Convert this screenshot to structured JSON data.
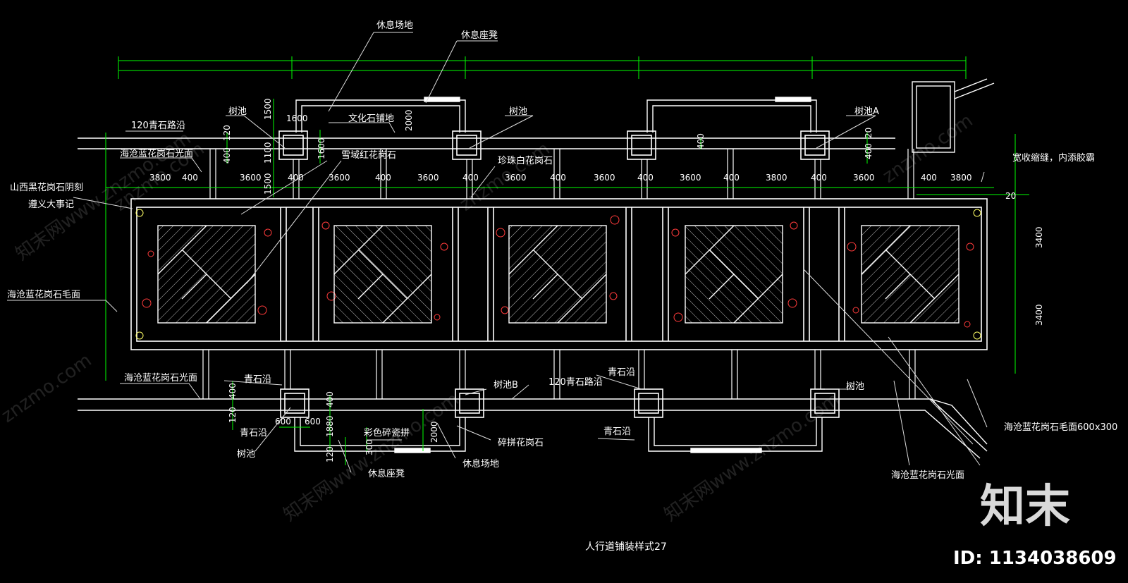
{
  "drawing": {
    "title": "人行道铺装样式27",
    "labels": {
      "rest_area_top": "休息场地",
      "rest_bench_top": "休息座凳",
      "tree_pit_1": "树池",
      "tree_pit_2": "树池",
      "tree_pit_a": "树池A",
      "stone_curb_120": "120青石路沿",
      "blue_granite_polished_top": "海沧蓝花岗石光面",
      "culture_stone_paving": "文化石铺地",
      "snow_red_granite": "雪域红花岗石",
      "pearl_white_granite": "珍珠白花岗石",
      "expansion_joint": "宽收缩缝，内添胶霸",
      "shanxi_black_granite": "山西黑花岗石阴刻",
      "zunyi_events": "遵义大事记",
      "blue_granite_rough_left": "海沧蓝花岗石毛面",
      "blue_granite_polished_bottom": "海沧蓝花岗石光面",
      "stone_edge_1": "青石沿",
      "tree_pit_b": "树池B",
      "stone_curb_120_bottom": "120青石路沿",
      "stone_edge_2": "青石沿",
      "tree_pit_3": "树池",
      "stone_edge_3": "青石沿",
      "tree_pit_4": "树池",
      "color_mosaic": "彩色碎瓷拼",
      "broken_granite": "碎拼花岗石",
      "rest_bench_bottom": "休息座凳",
      "rest_area_bottom": "休息场地",
      "stone_edge_4": "青石沿",
      "blue_granite_rough_600": "海沧蓝花岗石毛面600x300",
      "blue_granite_polished_br": "海沧蓝花岗石光面"
    },
    "dimensions": {
      "d1500_top": "1500",
      "d1600_a": "1600",
      "d120_a": "120",
      "d400_a": "400",
      "d1100": "1100",
      "d1500_mid": "1500",
      "d1600_b": "1600",
      "d2000_top": "2000",
      "d400_c": "400",
      "d20_a": "20",
      "d400_d": "400",
      "row": [
        "3800",
        "400",
        "3600",
        "400",
        "3600",
        "400",
        "3600",
        "400",
        "3600",
        "400",
        "3600",
        "400",
        "3600",
        "400",
        "3800"
      ],
      "d20_right": "20",
      "d3400_top": "3400",
      "d3400_bottom": "3400",
      "d400_b": "400",
      "d120_b": "120",
      "d600_a": "600",
      "d600_b": "600",
      "d400_e": "400",
      "d1880": "1880",
      "d120_c": "120",
      "d300": "300",
      "d2000_bottom": "2000"
    },
    "watermark": {
      "site": "znzmo.com",
      "cn": "知末网www.znzmo.com",
      "brand": "知末",
      "id_text": "ID: 1134038609"
    },
    "colors": {
      "line_white": "#ffffff",
      "dim_green": "#00ff00",
      "hatch_red": "#ff3b3b",
      "leader_white": "#dcdcdc"
    }
  }
}
